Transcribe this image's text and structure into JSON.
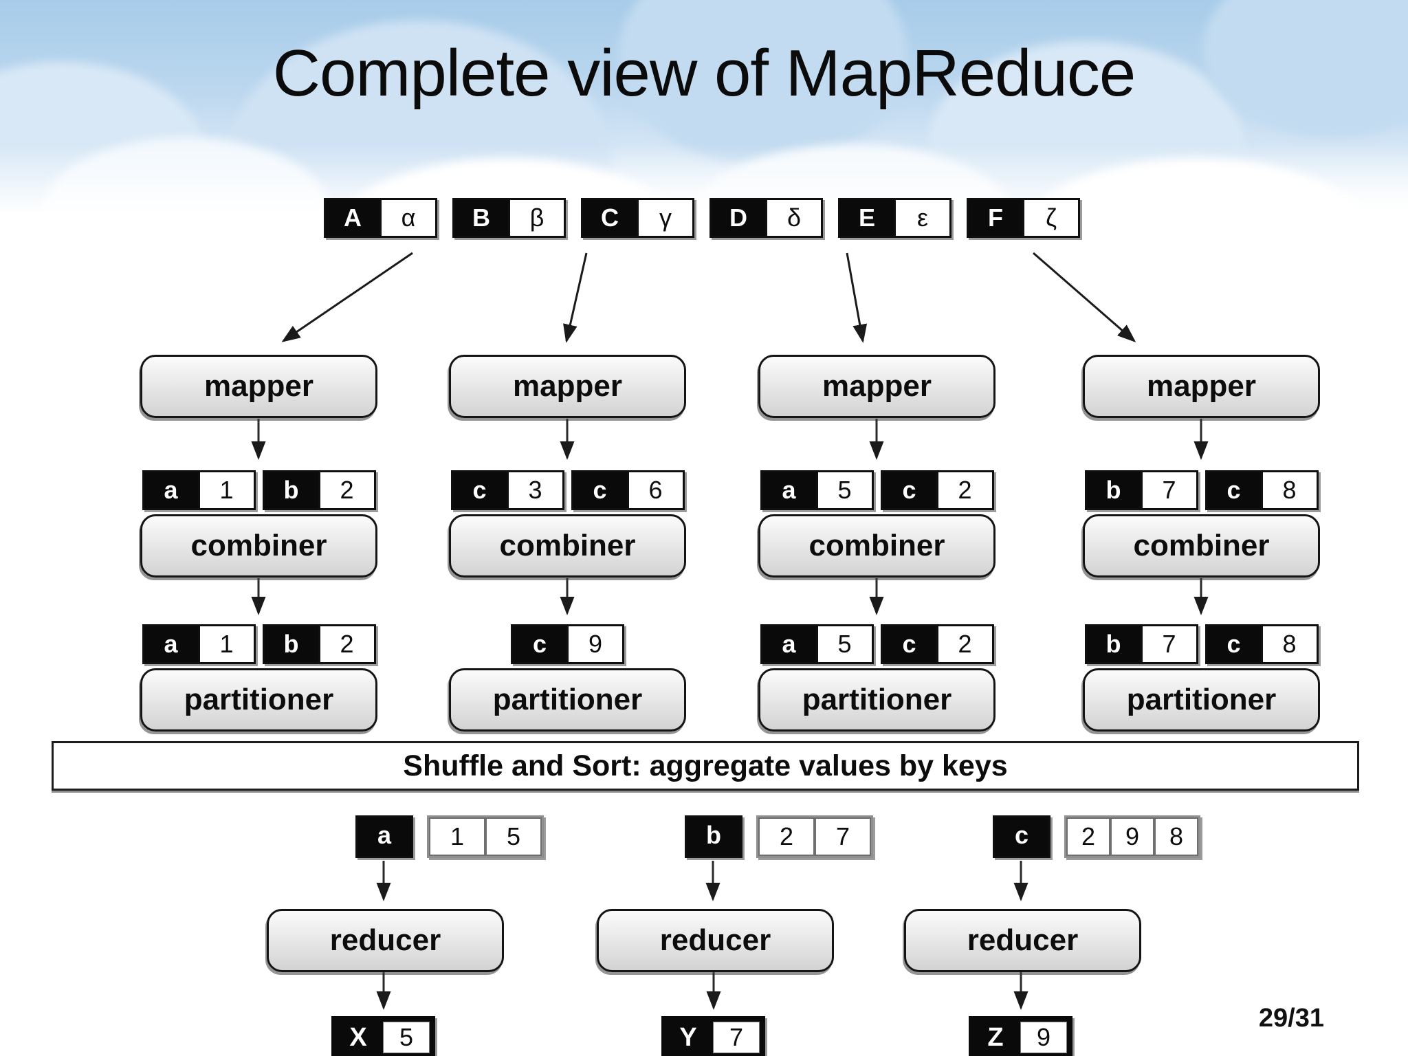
{
  "title": "Complete view of MapReduce",
  "page_number": "29/31",
  "shuffle_bar_label": "Shuffle and Sort: aggregate values by keys",
  "colors": {
    "sky_blue": "#a7cce9",
    "cloud_blue": "#cfe2f4",
    "box_fill_top": "#fbfbfb",
    "box_fill_bottom": "#d3d3d3",
    "box_border": "#141414",
    "key_cell_bg": "#0a0a0a",
    "value_cell_bg": "#ffffff"
  },
  "inputs": [
    {
      "key": "A",
      "value": "α"
    },
    {
      "key": "B",
      "value": "β"
    },
    {
      "key": "C",
      "value": "γ"
    },
    {
      "key": "D",
      "value": "δ"
    },
    {
      "key": "E",
      "value": "ε"
    },
    {
      "key": "F",
      "value": "ζ"
    }
  ],
  "columns": [
    {
      "mapper_label": "mapper",
      "map_output": [
        {
          "key": "a",
          "value": "1"
        },
        {
          "key": "b",
          "value": "2"
        }
      ],
      "combiner_label": "combiner",
      "combine_output": [
        {
          "key": "a",
          "value": "1"
        },
        {
          "key": "b",
          "value": "2"
        }
      ],
      "partitioner_label": "partitioner"
    },
    {
      "mapper_label": "mapper",
      "map_output": [
        {
          "key": "c",
          "value": "3"
        },
        {
          "key": "c",
          "value": "6"
        }
      ],
      "combiner_label": "combiner",
      "combine_output": [
        {
          "key": "c",
          "value": "9"
        }
      ],
      "partitioner_label": "partitioner"
    },
    {
      "mapper_label": "mapper",
      "map_output": [
        {
          "key": "a",
          "value": "5"
        },
        {
          "key": "c",
          "value": "2"
        }
      ],
      "combiner_label": "combiner",
      "combine_output": [
        {
          "key": "a",
          "value": "5"
        },
        {
          "key": "c",
          "value": "2"
        }
      ],
      "partitioner_label": "partitioner"
    },
    {
      "mapper_label": "mapper",
      "map_output": [
        {
          "key": "b",
          "value": "7"
        },
        {
          "key": "c",
          "value": "8"
        }
      ],
      "combiner_label": "combiner",
      "combine_output": [
        {
          "key": "b",
          "value": "7"
        },
        {
          "key": "c",
          "value": "8"
        }
      ],
      "partitioner_label": "partitioner"
    }
  ],
  "reduce_groups": [
    {
      "key": "a",
      "values": [
        "1",
        "5"
      ],
      "reducer_label": "reducer",
      "output": {
        "key": "X",
        "value": "5"
      }
    },
    {
      "key": "b",
      "values": [
        "2",
        "7"
      ],
      "reducer_label": "reducer",
      "output": {
        "key": "Y",
        "value": "7"
      }
    },
    {
      "key": "c",
      "values": [
        "2",
        "9",
        "8"
      ],
      "reducer_label": "reducer",
      "output": {
        "key": "Z",
        "value": "9"
      }
    }
  ]
}
